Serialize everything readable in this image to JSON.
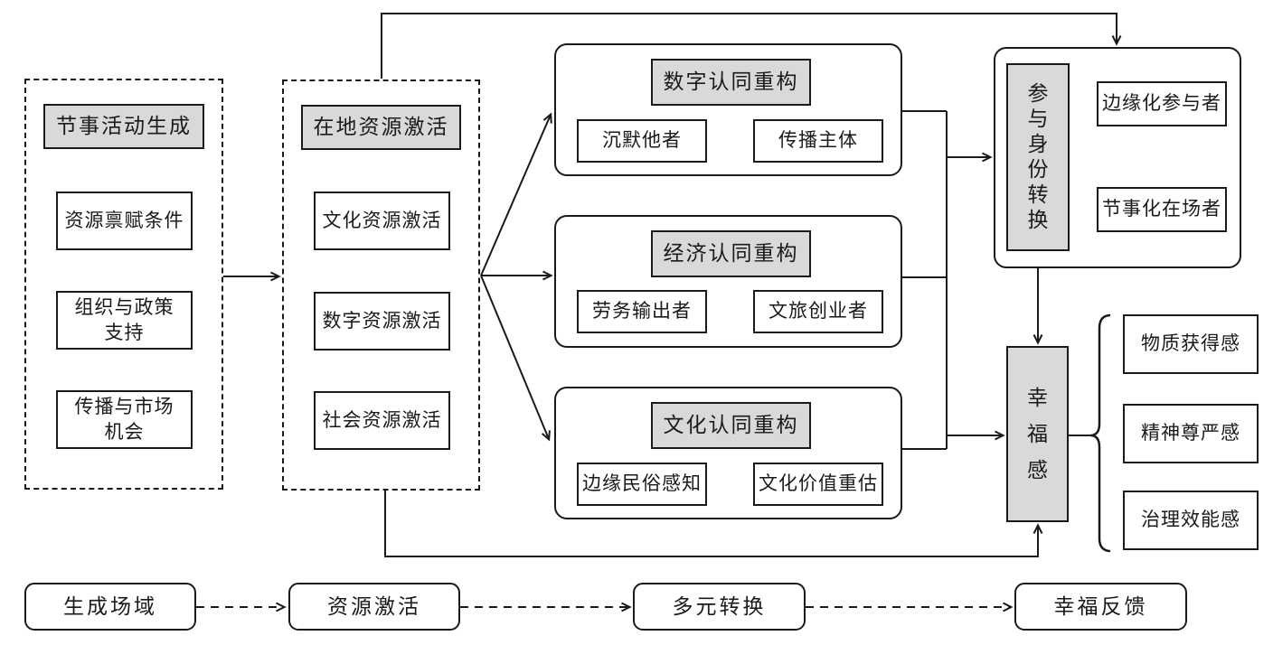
{
  "colors": {
    "fill_gray": "#d9d9d9",
    "line": "#1a1a1a",
    "background": "#ffffff"
  },
  "stage1": {
    "header": "节事活动生成",
    "items": [
      "资源禀赋条件",
      "组织与政策\n支持",
      "传播与市场\n机会"
    ]
  },
  "stage2": {
    "header": "在地资源激活",
    "items": [
      "文化资源激活",
      "数字资源激活",
      "社会资源激活"
    ]
  },
  "reconstruction_groups": [
    {
      "header": "数字认同重构",
      "from": "沉默他者",
      "to": "传播主体"
    },
    {
      "header": "经济认同重构",
      "from": "劳务输出者",
      "to": "文旅创业者"
    },
    {
      "header": "文化认同重构",
      "from": "边缘民俗感知",
      "to": "文化价值重估"
    }
  ],
  "identity_shift": {
    "header": "参与身份转换",
    "header_vertical": "参\n与\n身\n份\n转\n换",
    "from": "边缘化参与者",
    "to": "节事化在场者"
  },
  "wellbeing": {
    "label": "幸福感",
    "label_vertical": "幸\n福\n感",
    "outcomes": [
      "物质获得感",
      "精神尊严感",
      "治理效能感"
    ]
  },
  "phases": [
    "生成场域",
    "资源激活",
    "多元转换",
    "幸福反馈"
  ]
}
